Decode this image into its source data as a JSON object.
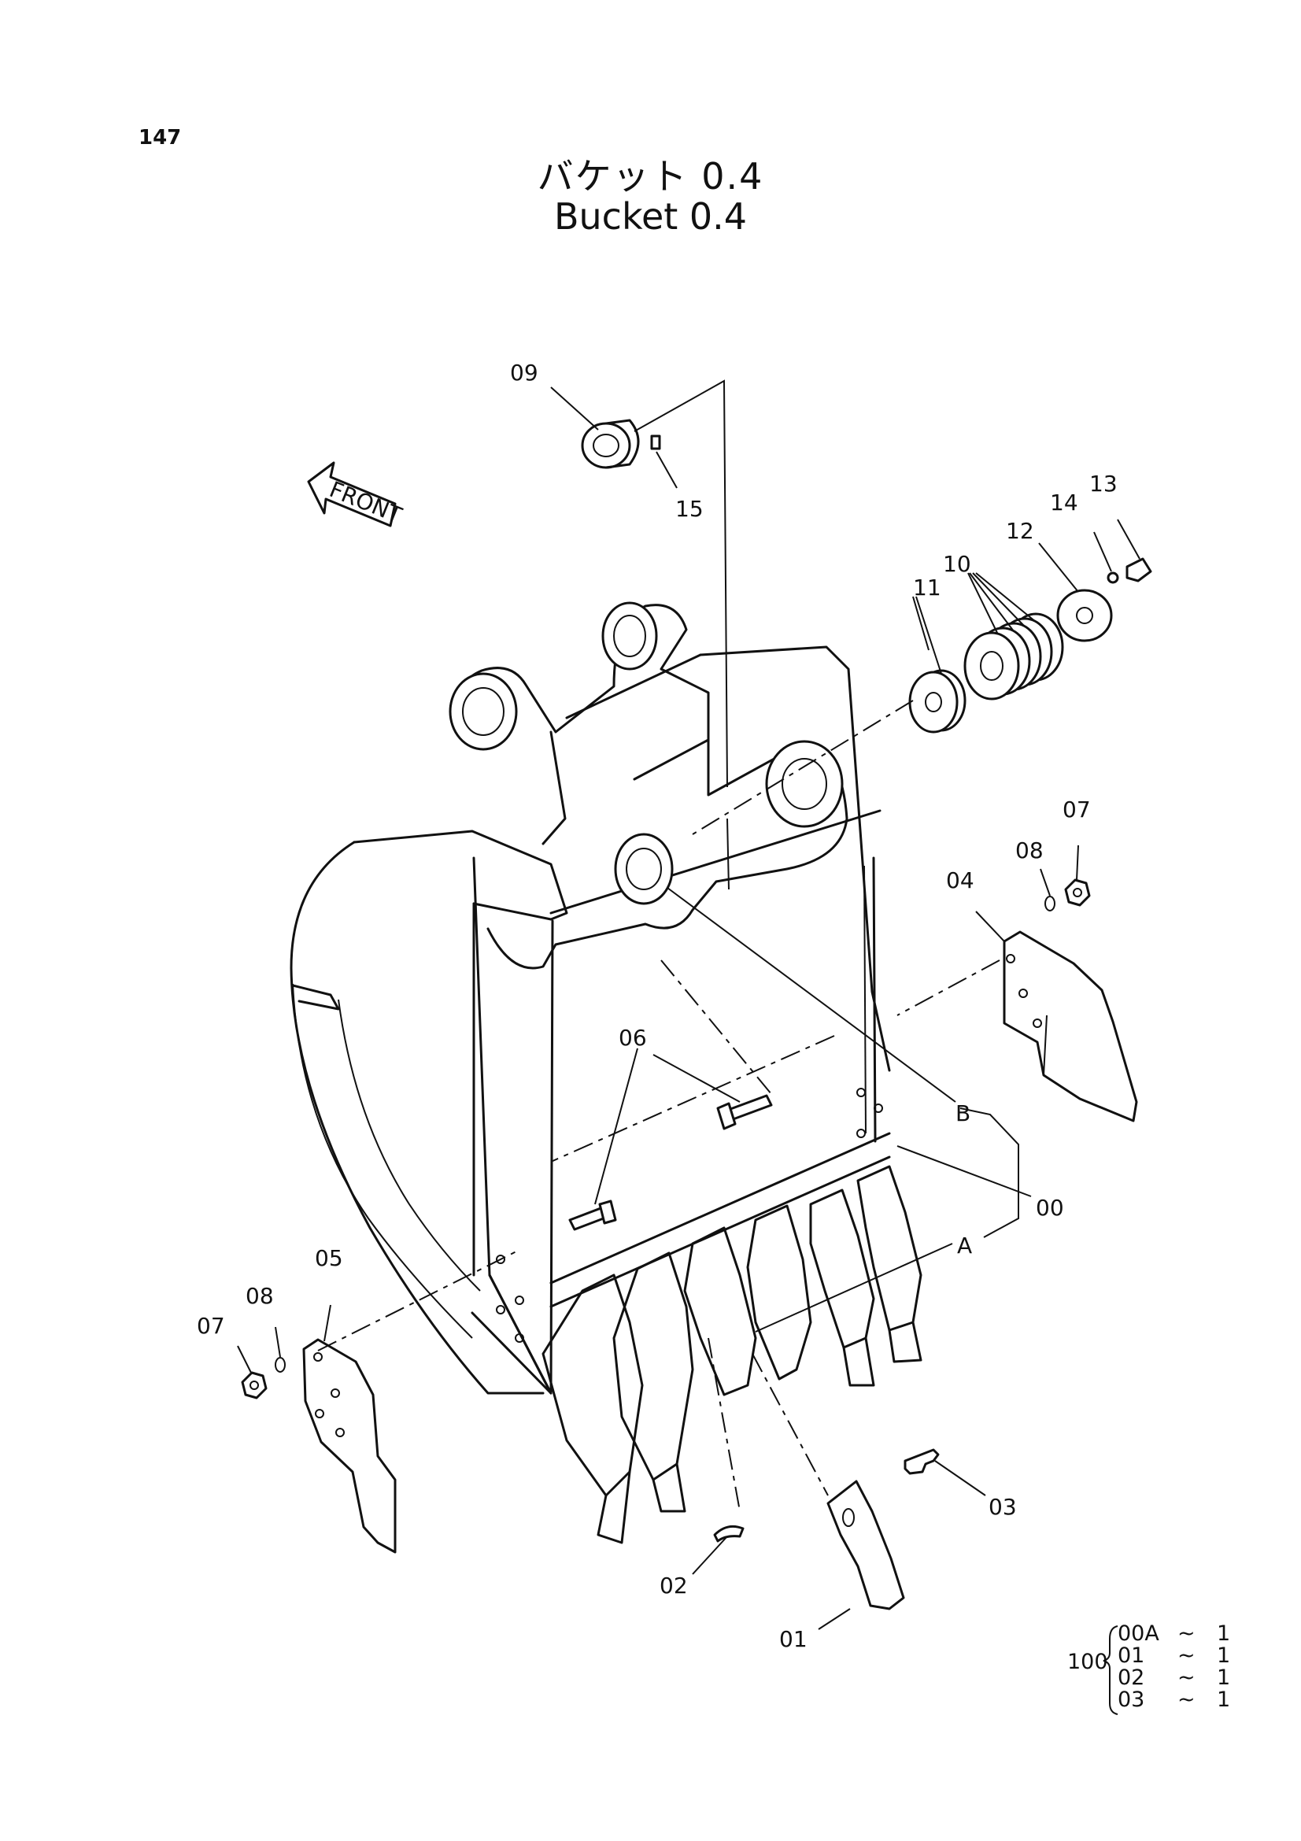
{
  "page": {
    "number": "147"
  },
  "title": {
    "japanese": "バケット 0.4",
    "english": "Bucket 0.4"
  },
  "front_marker": {
    "label": "FRONT",
    "icon": "front-arrow-icon"
  },
  "callouts": {
    "c00": "00",
    "c01": "01",
    "c02": "02",
    "c03": "03",
    "c04": "04",
    "c05": "05",
    "c06": "06",
    "c07a": "07",
    "c07b": "07",
    "c08a": "08",
    "c08b": "08",
    "c09": "09",
    "c10": "10",
    "c11": "11",
    "c12": "12",
    "c13": "13",
    "c14": "14",
    "c15": "15",
    "cA": "A",
    "cB": "B"
  },
  "kit": {
    "number": "100",
    "items": [
      {
        "part": "00A",
        "sep": "~",
        "qty": "1"
      },
      {
        "part": "01",
        "sep": "~",
        "qty": "1"
      },
      {
        "part": "02",
        "sep": "~",
        "qty": "1"
      },
      {
        "part": "03",
        "sep": "~",
        "qty": "1"
      }
    ]
  }
}
